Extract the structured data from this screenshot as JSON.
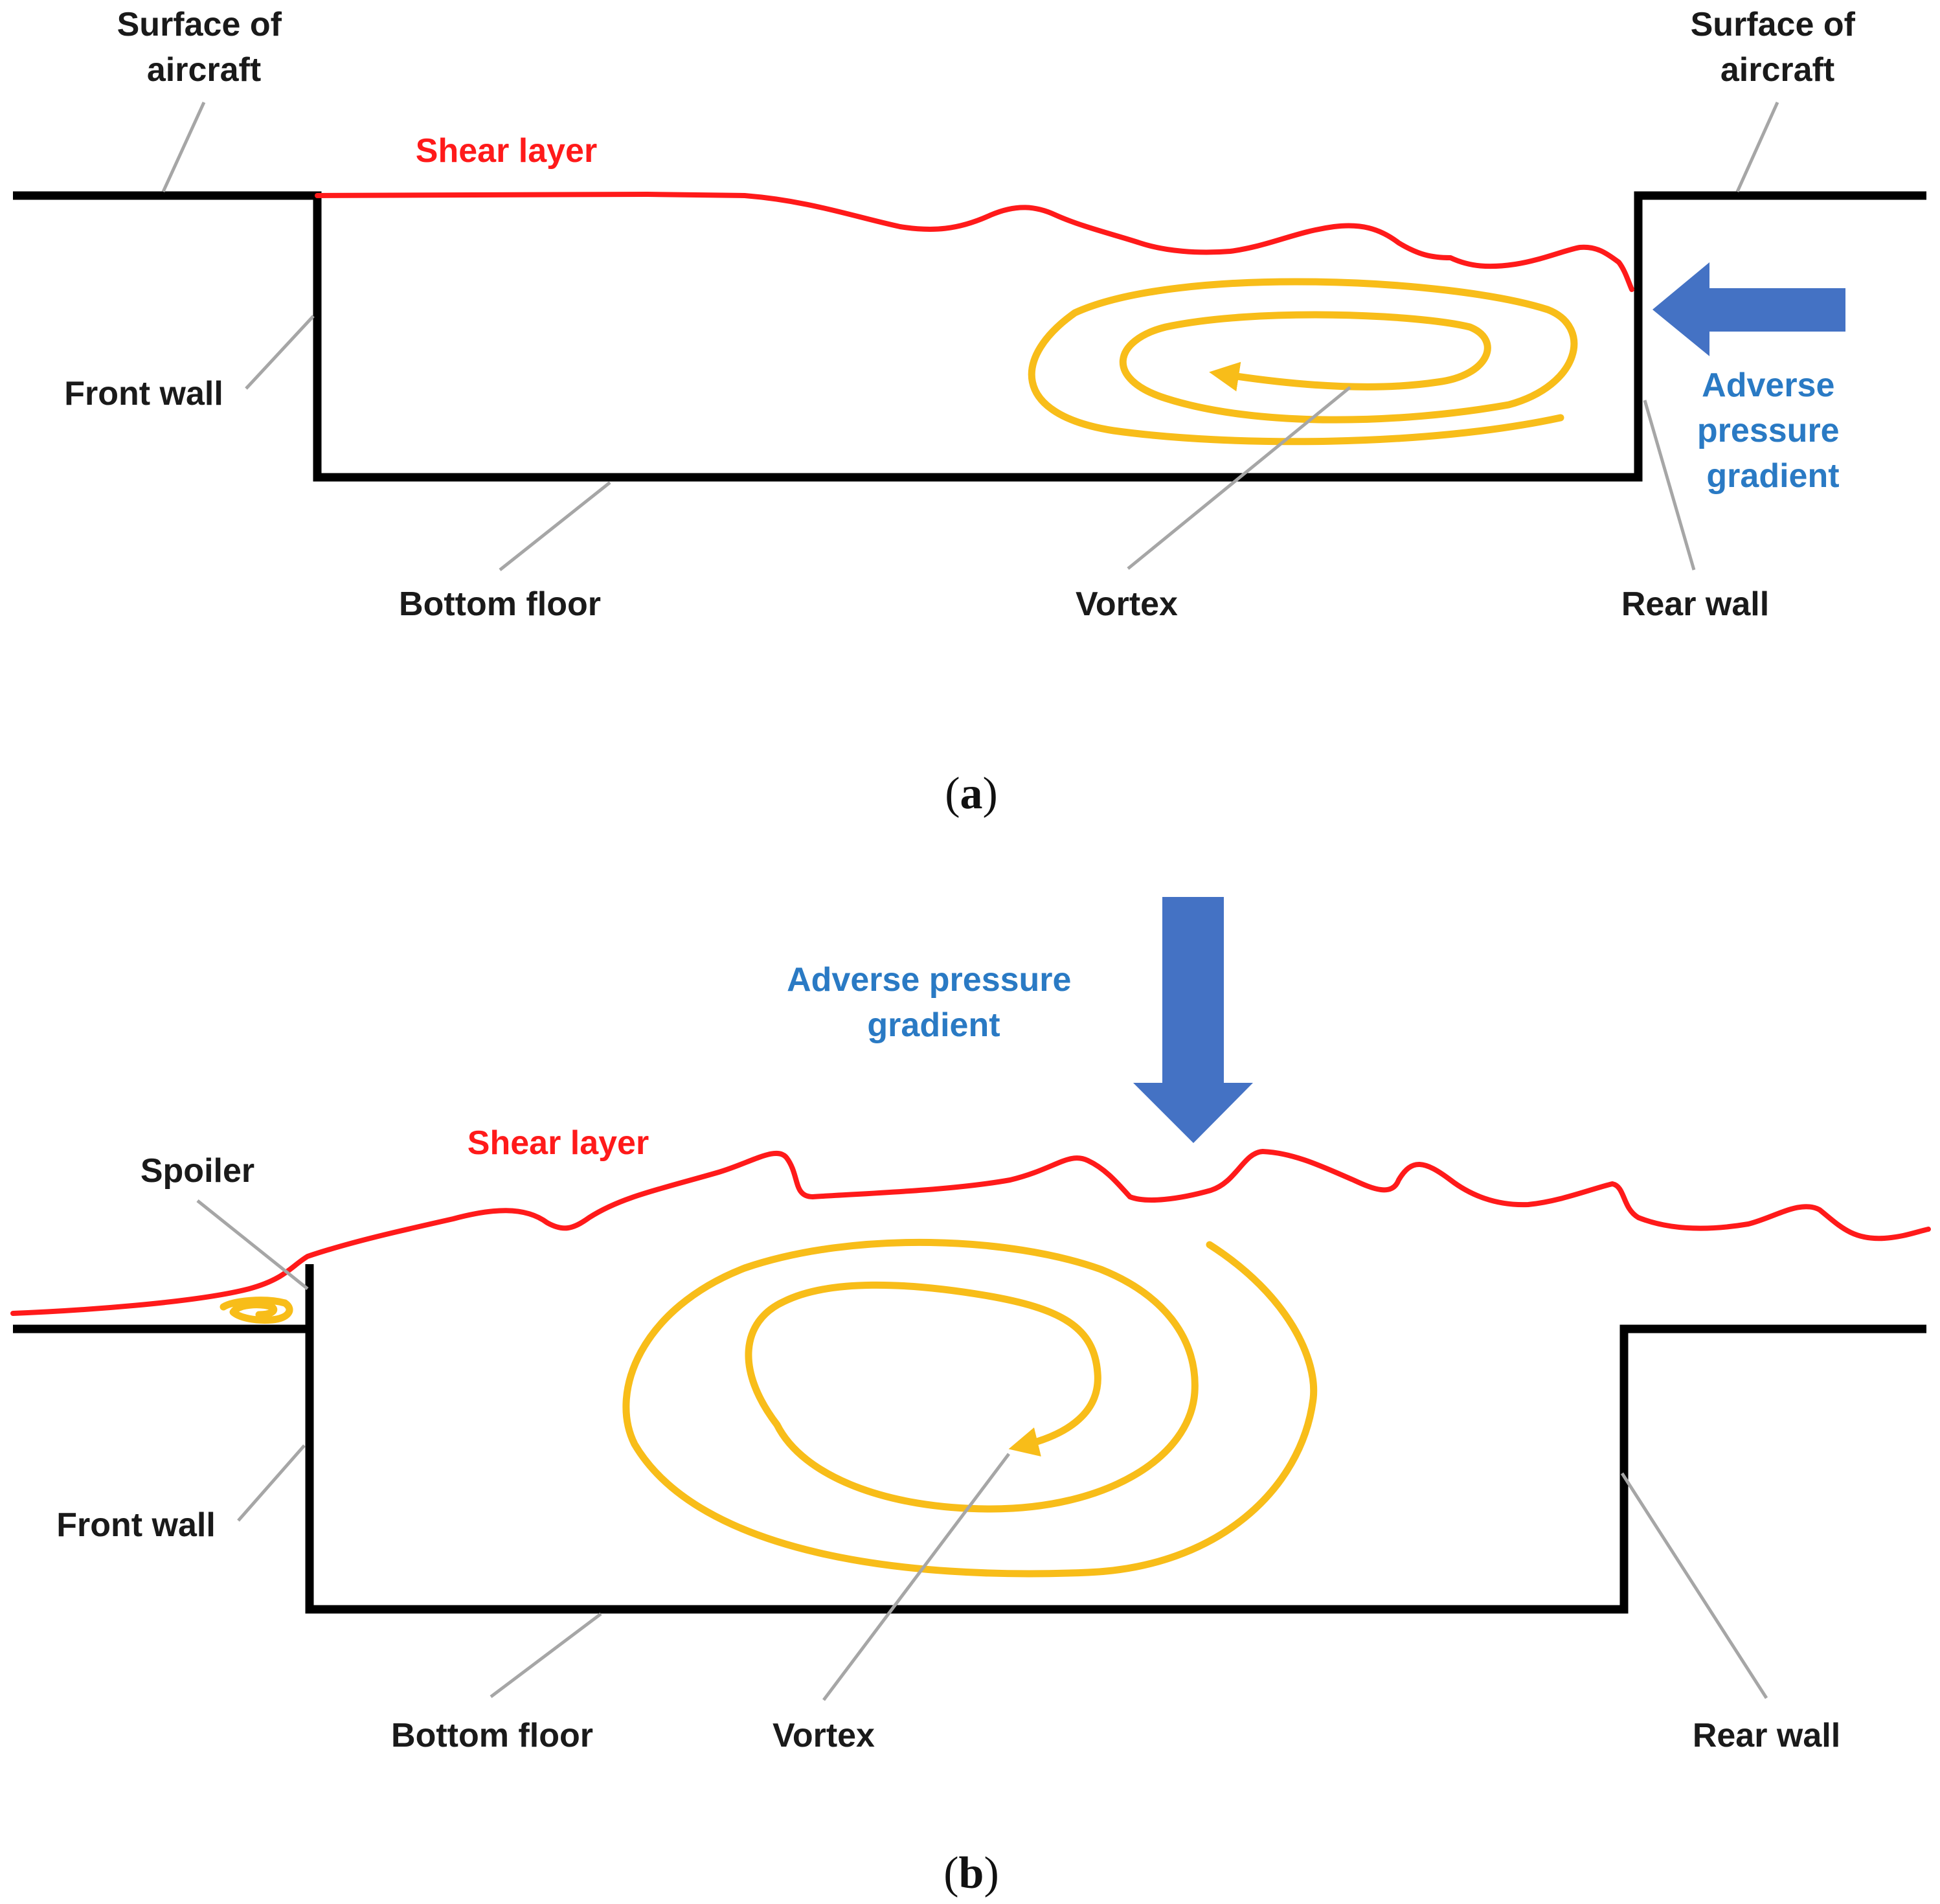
{
  "colors": {
    "shear_layer": "#ff1a1a",
    "vortex": "#f8bd19",
    "pressure_arrow": "#4472c4",
    "pressure_text": "#2a7ac4",
    "walls": "#000000",
    "leader_lines": "#a6a6a6"
  },
  "panel_a": {
    "surface_left": [
      "Surface of",
      "aircraft"
    ],
    "surface_right": [
      "Surface of",
      "aircraft"
    ],
    "shear_layer": "Shear layer",
    "front_wall": "Front wall",
    "bottom_floor": "Bottom floor",
    "vortex": "Vortex",
    "rear_wall": "Rear wall",
    "adverse_pressure": [
      "Adverse",
      "pressure",
      "gradient"
    ],
    "caption": {
      "open": "(",
      "letter": "a",
      "close": ")"
    }
  },
  "panel_b": {
    "adverse_pressure": [
      "Adverse pressure",
      "gradient"
    ],
    "shear_layer": "Shear layer",
    "spoiler": "Spoiler",
    "front_wall": "Front wall",
    "bottom_floor": "Bottom floor",
    "vortex": "Vortex",
    "rear_wall": "Rear wall",
    "caption": {
      "open": "(",
      "letter": "b",
      "close": ")"
    }
  }
}
